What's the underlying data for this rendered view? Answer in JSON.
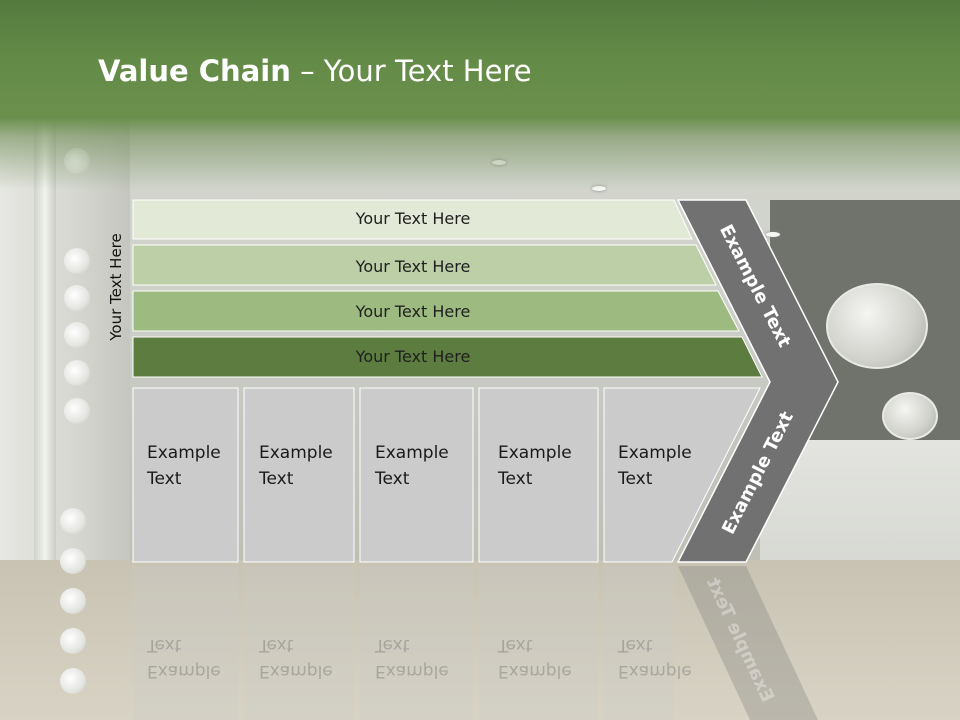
{
  "slide": {
    "title_bold": "Value Chain",
    "title_rest": " – Your Text Here"
  },
  "diagram": {
    "side_label": "Your Text Here",
    "bands": [
      {
        "label": "Your Text Here",
        "color": "#e2ead7"
      },
      {
        "label": "Your Text Here",
        "color": "#bccfa6"
      },
      {
        "label": "Your Text Here",
        "color": "#9dbb80"
      },
      {
        "label": "Your Text Here",
        "color": "#5c7d3f"
      }
    ],
    "cards": [
      {
        "line1": "Example",
        "line2": "Text"
      },
      {
        "line1": "Example",
        "line2": "Text"
      },
      {
        "line1": "Example",
        "line2": "Text"
      },
      {
        "line1": "Example",
        "line2": "Text"
      },
      {
        "line1": "Example",
        "line2": "Text"
      }
    ],
    "chevron_top": "Example Text",
    "chevron_bottom": "Example Text",
    "card_color": "#cbcbcb",
    "chevron_color": "#717171"
  }
}
